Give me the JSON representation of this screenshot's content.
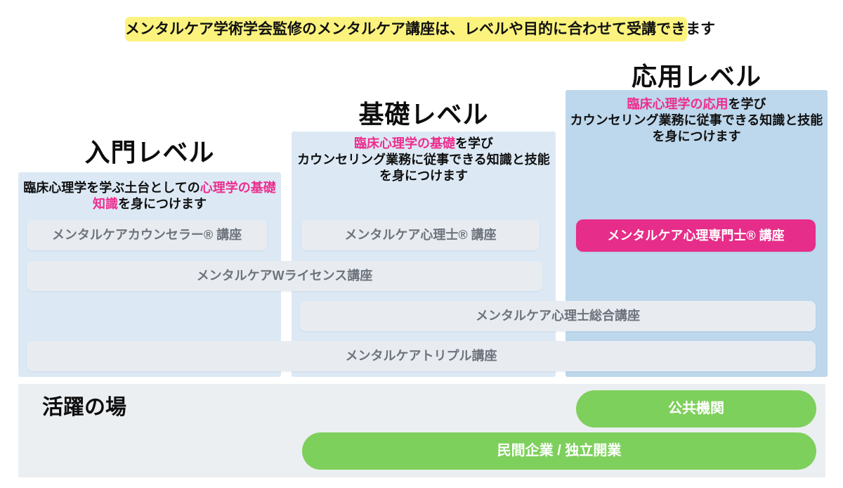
{
  "banner": {
    "text": "メンタルケア学術学会監修のメンタルケア講座は、レベルや目的に合わせて受講できます"
  },
  "levels": [
    {
      "title": "入門レベル",
      "desc_lines": [
        [
          {
            "t": "臨床心理学を学ぶ土台としての",
            "c": "black"
          },
          {
            "t": "心理学の基礎",
            "c": "pink"
          }
        ],
        [
          {
            "t": "知識",
            "c": "pink"
          },
          {
            "t": "を身につけます",
            "c": "black"
          }
        ]
      ],
      "course": "メンタルケアカウンセラー® 講座"
    },
    {
      "title": "基礎レベル",
      "desc_lines": [
        [
          {
            "t": "臨床心理学の基礎",
            "c": "pink"
          },
          {
            "t": "を学び",
            "c": "black"
          }
        ],
        [
          {
            "t": "カウンセリング業務に従事できる知識と技能",
            "c": "black"
          }
        ],
        [
          {
            "t": "を身につけます",
            "c": "black"
          }
        ]
      ],
      "course": "メンタルケア心理士® 講座"
    },
    {
      "title": "応用レベル",
      "desc_lines": [
        [
          {
            "t": "臨床心理学の応用",
            "c": "pink"
          },
          {
            "t": "を学び",
            "c": "black"
          }
        ],
        [
          {
            "t": "カウンセリング業務に従事できる知識と技能",
            "c": "black"
          }
        ],
        [
          {
            "t": "を身につけます",
            "c": "black"
          }
        ]
      ],
      "course": "メンタルケア心理専門士® 講座"
    }
  ],
  "spanning_courses": [
    {
      "label": "メンタルケアWライセンス講座"
    },
    {
      "label": "メンタルケア心理士総合講座"
    },
    {
      "label": "メンタルケアトリプル講座"
    }
  ],
  "footer": {
    "label": "活躍の場",
    "areas": [
      {
        "label": "公共機関"
      },
      {
        "label": "民間企業 / 独立開業"
      }
    ]
  },
  "colors": {
    "banner_bg": "#fbf37d",
    "panel_blue_light": "#dce9f5",
    "panel_blue_dark": "#bdd7ec",
    "course_button_bg": "#e8ecf1",
    "course_button_text": "#6d737c",
    "accent_pink": "#e62d89",
    "accent_green": "#7ed05c",
    "footer_bg": "#eceff2"
  }
}
